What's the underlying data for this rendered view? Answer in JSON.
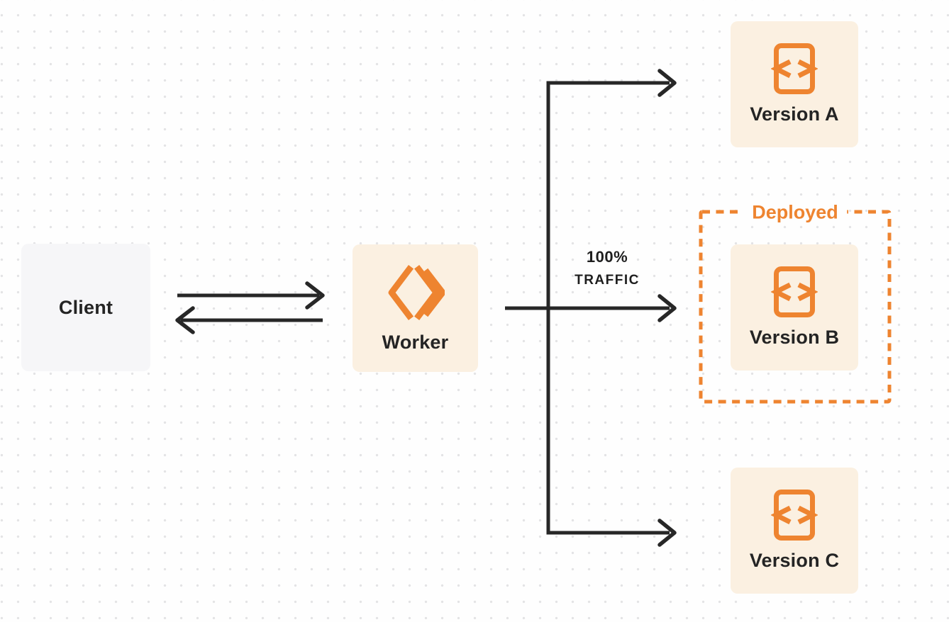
{
  "colors": {
    "orange": "#EE8430",
    "ink": "#272727",
    "card_cream": "#FBF0E1",
    "card_gray": "#F6F6F8",
    "page_bg": "#FEFEFE",
    "dot": "#E3E3E5"
  },
  "client": {
    "label": "Client"
  },
  "worker": {
    "label": "Worker",
    "icon": "workers-double-chevron-icon"
  },
  "flow": {
    "traffic_line1": "100%",
    "traffic_line2": "TRAFFIC"
  },
  "deployed": {
    "label": "Deployed"
  },
  "versions": [
    {
      "id": "a",
      "label": "Version A",
      "icon": "code-file-icon",
      "deployed": false
    },
    {
      "id": "b",
      "label": "Version B",
      "icon": "code-file-icon",
      "deployed": true
    },
    {
      "id": "c",
      "label": "Version C",
      "icon": "code-file-icon",
      "deployed": false
    }
  ],
  "edges": [
    {
      "from": "Client",
      "to": "Worker",
      "type": "bidirectional-arrows"
    },
    {
      "from": "Worker",
      "to": "Version A",
      "type": "arrow"
    },
    {
      "from": "Worker",
      "to": "Version B",
      "type": "arrow",
      "label": "100% TRAFFIC"
    },
    {
      "from": "Worker",
      "to": "Version C",
      "type": "arrow"
    }
  ]
}
